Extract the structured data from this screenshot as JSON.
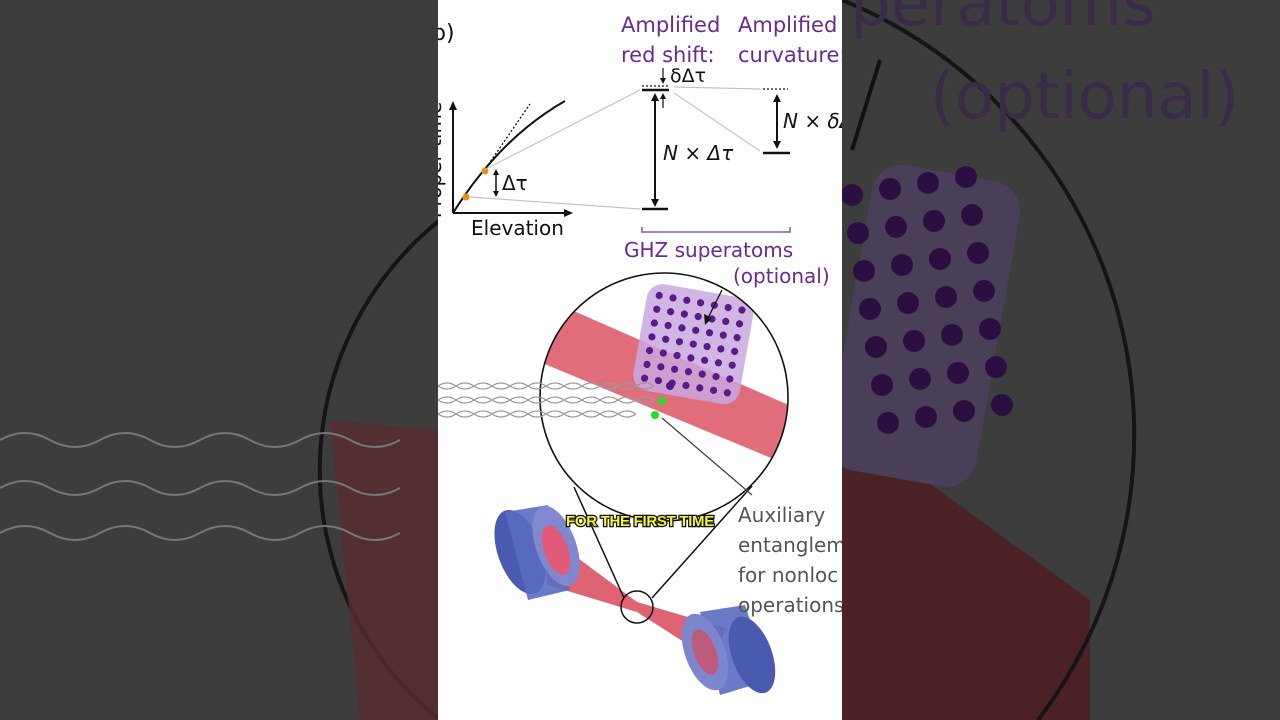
{
  "video": {
    "caption": "FOR THE FIRST TIME",
    "background_text": {
      "line1": "peratoms",
      "line2": "(optional)"
    }
  },
  "figure": {
    "panel_label": "b)",
    "graph": {
      "ylabel": "Proper time",
      "xlabel": "Elevation",
      "delta_label": "Δτ"
    },
    "red_shift": {
      "title_line1": "Amplified",
      "title_line2": "red shift:",
      "small_delta": "δΔτ",
      "big_label": "N × Δτ"
    },
    "curvature": {
      "title_line1": "Amplified",
      "title_line2": "curvature:",
      "label": "N × δΔ"
    },
    "ghz": {
      "line1": "GHZ superatoms",
      "line2": "(optional)"
    },
    "auxiliary": {
      "line1": "Auxiliary",
      "line2": "entanglem",
      "line3": "for nonloc",
      "line4": "operations"
    }
  },
  "colors": {
    "label_purple": "#6a2a8f",
    "beam_red": "#d9485a",
    "atom_dot": "#5a1a8a",
    "atom_square": "#c9a8e0",
    "mirror_blue": "#5a6cc0",
    "marker_orange": "#e8901e",
    "entangled_green": "#22dd22",
    "caption_yellow": "#f4f23a"
  }
}
